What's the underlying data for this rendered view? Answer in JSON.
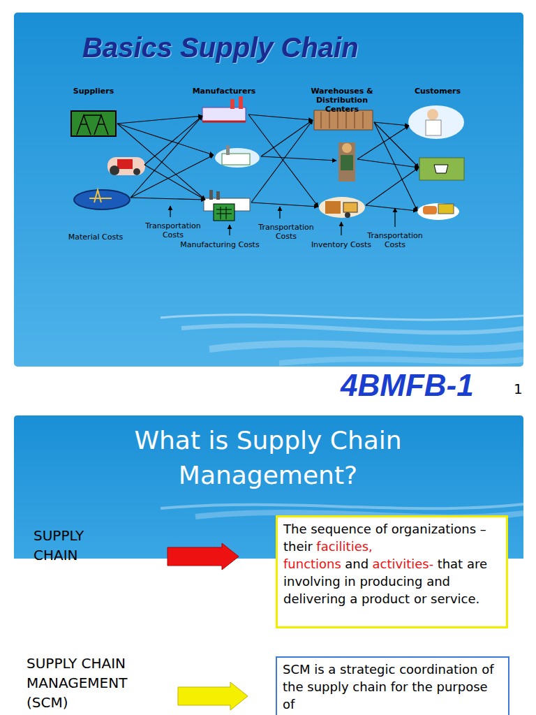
{
  "diagram": {
    "title": "Basics Supply Chain",
    "nodes": [
      {
        "text": [
          "The sequence of organizations – their",
          "facilities, functions",
          "and",
          "activities-",
          "that are involving in producing and delivering a product or service."
        ]
      },
      {
        "text": [
          "SCM is a strategic coordination of the supply chain for the purpose of"
        ]
      }
    ],
    "labels": [
      "Suppliers",
      "Manufacturers",
      "Warehouses & Distribution Centers",
      "Customers",
      "Material Costs",
      "Transportation Costs",
      "Manufacturing Costs",
      "Transportation Costs",
      "Inventory Costs",
      "Transportation Costs",
      "4BMFB-1",
      "1",
      "What is Supply Chain Management?",
      "SUPPLY CHAIN",
      "SUPPLY CHAIN MANAGEMENT (SCM)"
    ]
  }
}
